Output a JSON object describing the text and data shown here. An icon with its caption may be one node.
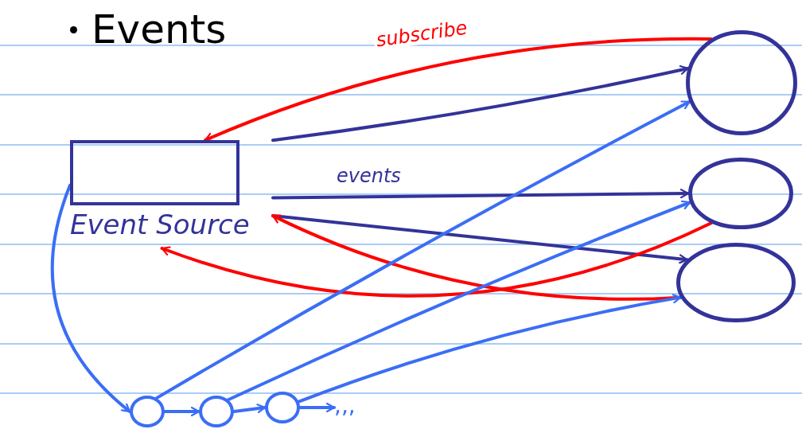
{
  "diagram": {
    "title": "Events",
    "nodes": [
      {
        "text": [
          "Event Source"
        ]
      },
      {
        "text": [],
        "shape": "circle"
      },
      {
        "text": [],
        "shape": "circle"
      },
      {
        "text": [],
        "shape": "circle"
      },
      {
        "text": [],
        "shape": "circle"
      },
      {
        "text": [],
        "shape": "circle"
      },
      {
        "text": [],
        "shape": "circle"
      },
      {
        "text": [
          ",,,"
        ]
      }
    ],
    "edges": [
      {
        "from": 0,
        "to": 1,
        "arrow": "to",
        "color": "#333399"
      },
      {
        "from": 0,
        "to": 2,
        "arrow": "to",
        "label": "events",
        "color": "#333399"
      },
      {
        "from": 0,
        "to": 3,
        "arrow": "to",
        "color": "#333399"
      },
      {
        "from": 1,
        "to": 0,
        "arrow": "to",
        "label": "subscribe",
        "color": "#ff0000"
      },
      {
        "from": 2,
        "to": 0,
        "arrow": "to",
        "color": "#ff0000"
      },
      {
        "from": 3,
        "to": 0,
        "arrow": "to",
        "color": "#ff0000"
      },
      {
        "from": 0,
        "to": 4,
        "arrow": "to",
        "color": "#3b6ef5"
      },
      {
        "from": 4,
        "to": 5,
        "arrow": "to",
        "color": "#3b6ef5"
      },
      {
        "from": 5,
        "to": 6,
        "arrow": "to",
        "color": "#3b6ef5"
      },
      {
        "from": 6,
        "to": 7,
        "arrow": "to",
        "color": "#3b6ef5"
      },
      {
        "from": 4,
        "to": 1,
        "arrow": "to",
        "color": "#3b6ef5"
      },
      {
        "from": 5,
        "to": 2,
        "arrow": "to",
        "color": "#3b6ef5"
      },
      {
        "from": 6,
        "to": 3,
        "arrow": "to",
        "color": "#3b6ef5"
      }
    ],
    "labels": []
  }
}
